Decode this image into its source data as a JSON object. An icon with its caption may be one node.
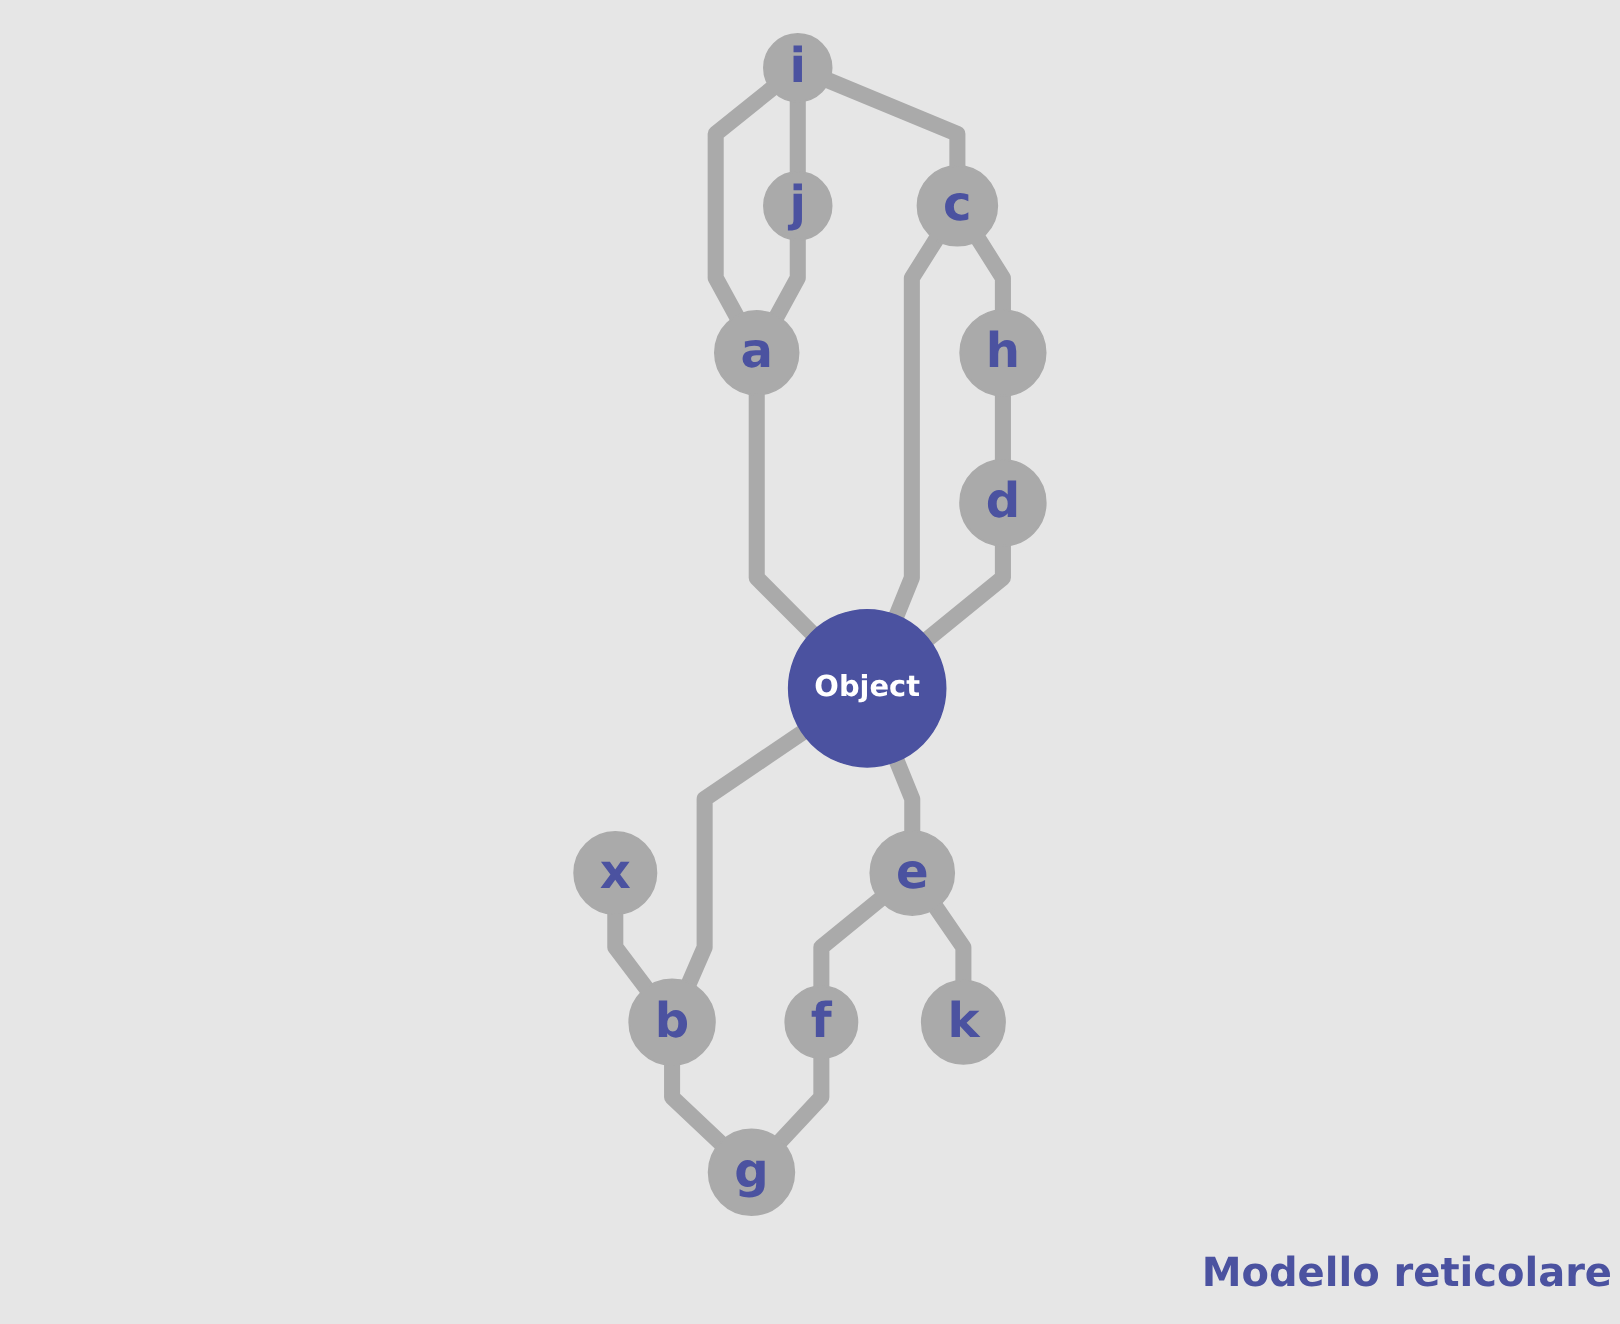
{
  "diagram": {
    "nodes": [
      {
        "text": [
          "i"
        ]
      },
      {
        "text": [
          "j"
        ]
      },
      {
        "text": [
          "x"
        ]
      },
      {
        "text": [
          "a"
        ]
      },
      {
        "text": [
          "c"
        ]
      },
      {
        "text": [
          "h"
        ]
      },
      {
        "text": [
          "Object"
        ]
      },
      {
        "text": [
          "b"
        ]
      },
      {
        "text": [
          "g"
        ]
      },
      {
        "text": [
          "d"
        ]
      },
      {
        "text": [
          "e"
        ]
      },
      {
        "text": [
          "f"
        ]
      },
      {
        "text": [
          "k"
        ]
      }
    ],
    "edges": [
      {
        "from": 0,
        "to": 1,
        "arrow": "none"
      },
      {
        "from": 0,
        "to": 3,
        "arrow": "none"
      },
      {
        "from": 1,
        "to": 3,
        "arrow": "none"
      },
      {
        "from": 0,
        "to": 4,
        "arrow": "none"
      },
      {
        "from": 3,
        "to": 6,
        "arrow": "none"
      },
      {
        "from": 2,
        "to": 7,
        "arrow": "none"
      },
      {
        "from": 4,
        "to": 6,
        "arrow": "none"
      },
      {
        "from": 4,
        "to": 5,
        "arrow": "none"
      },
      {
        "from": 5,
        "to": 9,
        "arrow": "none"
      },
      {
        "from": 9,
        "to": 6,
        "arrow": "none"
      },
      {
        "from": 6,
        "to": 7,
        "arrow": "none"
      },
      {
        "from": 7,
        "to": 8,
        "arrow": "none"
      },
      {
        "from": 6,
        "to": 10,
        "arrow": "none"
      },
      {
        "from": 10,
        "to": 11,
        "arrow": "none"
      },
      {
        "from": 11,
        "to": 8,
        "arrow": "none"
      },
      {
        "from": 10,
        "to": 12,
        "arrow": "none"
      }
    ],
    "labels": [
      "Modello reticolare"
    ]
  }
}
